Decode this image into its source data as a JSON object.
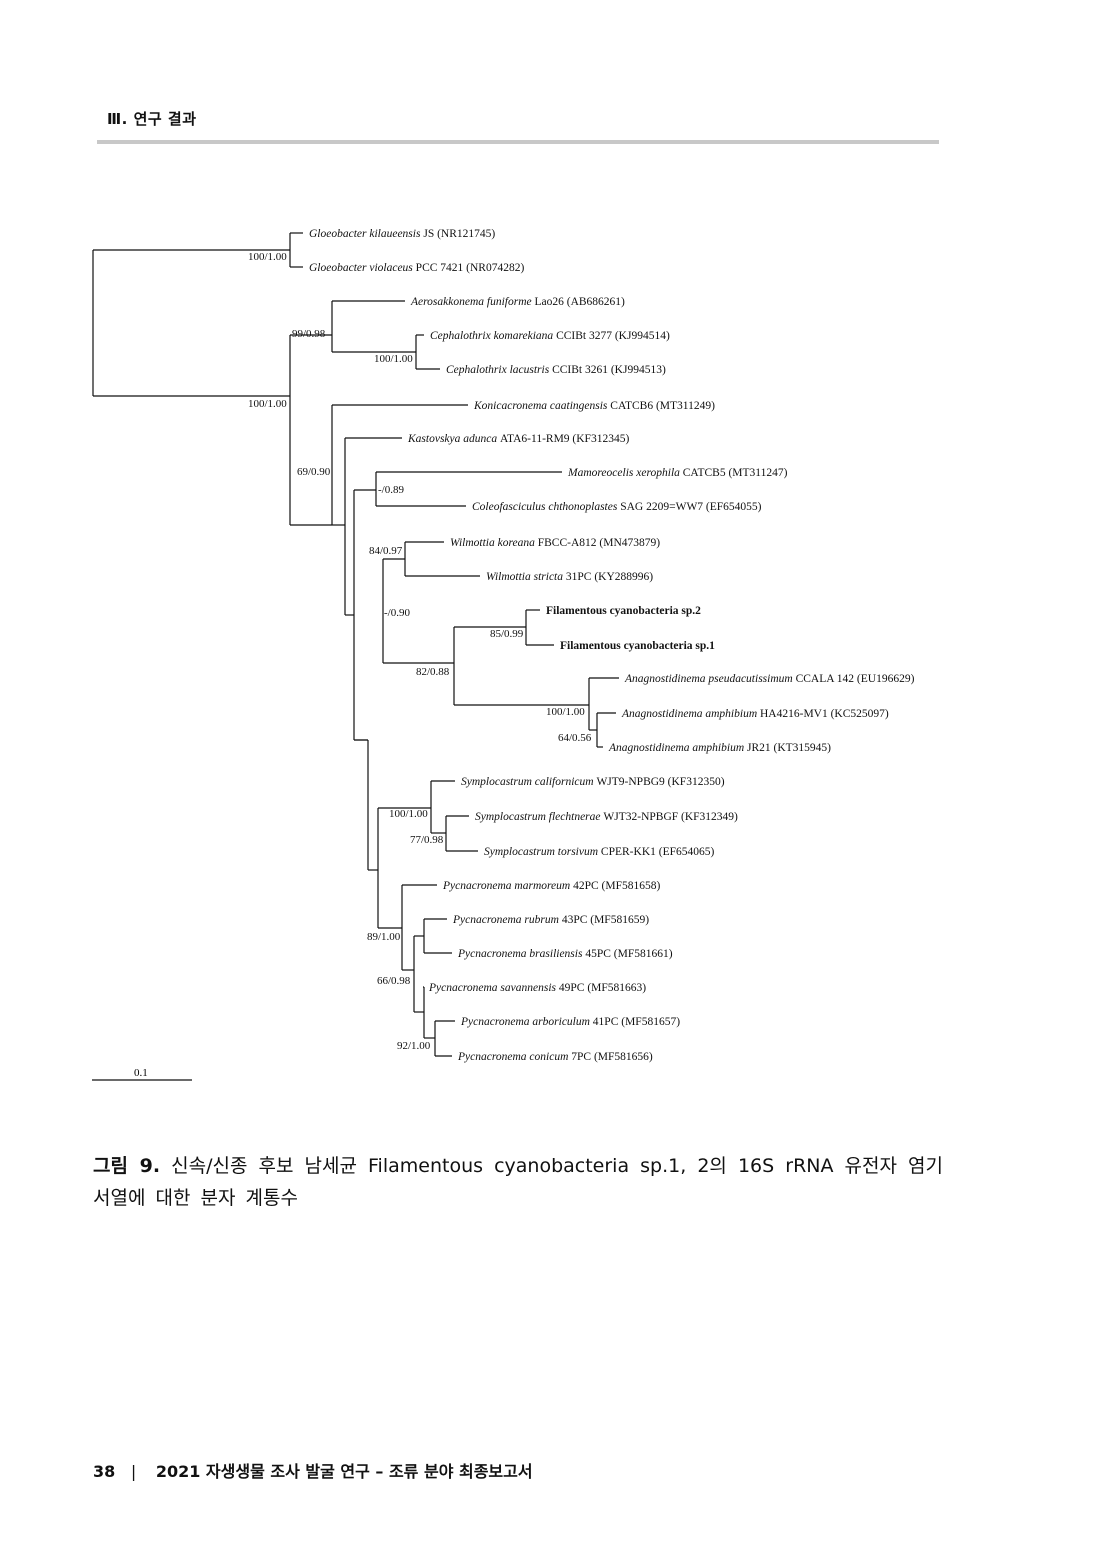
{
  "header": {
    "section": "Ⅲ. 연구 결과"
  },
  "tree": {
    "scale_label": "0.1",
    "taxa": [
      {
        "id": "t1",
        "species": "Gloeobacter kilaueensis",
        "rest": "JS (NR121745)",
        "bold": false
      },
      {
        "id": "t2",
        "species": "Gloeobacter violaceus",
        "rest": "PCC 7421 (NR074282)",
        "bold": false
      },
      {
        "id": "t3",
        "species": "Aerosakkonema funiforme",
        "rest": "Lao26 (AB686261)",
        "bold": false
      },
      {
        "id": "t4",
        "species": "Cephalothrix komarekiana",
        "rest": "CCIBt 3277 (KJ994514)",
        "bold": false
      },
      {
        "id": "t5",
        "species": "Cephalothrix lacustris",
        "rest": "CCIBt 3261 (KJ994513)",
        "bold": false
      },
      {
        "id": "t6",
        "species": "Konicacronema caatingensis",
        "rest": "CATCB6 (MT311249)",
        "bold": false
      },
      {
        "id": "t7",
        "species": "Kastovskya adunca",
        "rest": "ATA6-11-RM9 (KF312345)",
        "bold": false
      },
      {
        "id": "t8",
        "species": "Mamoreocelis xerophila",
        "rest": "CATCB5 (MT311247)",
        "bold": false
      },
      {
        "id": "t9",
        "species": "Coleofasciculus chthonoplastes",
        "rest": "SAG 2209=WW7 (EF654055)",
        "bold": false
      },
      {
        "id": "t10",
        "species": "Wilmottia koreana",
        "rest": "FBCC-A812 (MN473879)",
        "bold": false
      },
      {
        "id": "t11",
        "species": "Wilmottia stricta",
        "rest": "31PC (KY288996)",
        "bold": false
      },
      {
        "id": "t12",
        "species": "",
        "rest": "Filamentous cyanobacteria sp.2",
        "bold": true
      },
      {
        "id": "t13",
        "species": "",
        "rest": "Filamentous cyanobacteria sp.1",
        "bold": true
      },
      {
        "id": "t14",
        "species": "Anagnostidinema pseudacutissimum",
        "rest": "CCALA 142 (EU196629)",
        "bold": false
      },
      {
        "id": "t15",
        "species": "Anagnostidinema amphibium",
        "rest": "HA4216-MV1 (KC525097)",
        "bold": false
      },
      {
        "id": "t16",
        "species": "Anagnostidinema amphibium",
        "rest": "JR21 (KT315945)",
        "bold": false
      },
      {
        "id": "t17",
        "species": "Symplocastrum californicum",
        "rest": "WJT9-NPBG9 (KF312350)",
        "bold": false
      },
      {
        "id": "t18",
        "species": "Symplocastrum flechtnerae",
        "rest": "WJT32-NPBGF (KF312349)",
        "bold": false
      },
      {
        "id": "t19",
        "species": "Symplocastrum torsivum",
        "rest": "CPER-KK1 (EF654065)",
        "bold": false
      },
      {
        "id": "t20",
        "species": "Pycnacronema marmoreum",
        "rest": "42PC (MF581658)",
        "bold": false
      },
      {
        "id": "t21",
        "species": "Pycnacronema rubrum",
        "rest": "43PC (MF581659)",
        "bold": false
      },
      {
        "id": "t22",
        "species": "Pycnacronema brasiliensis",
        "rest": "45PC (MF581661)",
        "bold": false
      },
      {
        "id": "t23",
        "species": "Pycnacronema savannensis",
        "rest": "49PC (MF581663)",
        "bold": false
      },
      {
        "id": "t24",
        "species": "Pycnacronema arboriculum",
        "rest": "41PC (MF581657)",
        "bold": false
      },
      {
        "id": "t25",
        "species": "Pycnacronema conicum",
        "rest": "7PC (MF581656)",
        "bold": false
      }
    ],
    "supports": [
      {
        "node": "gloeo",
        "label": "100/1.00"
      },
      {
        "node": "ceph_aero",
        "label": "99/0.98"
      },
      {
        "node": "ceph",
        "label": "100/1.00"
      },
      {
        "node": "ingroup",
        "label": "100/1.00"
      },
      {
        "node": "kast_group",
        "label": "69/0.90"
      },
      {
        "node": "mam_col",
        "label": "-/0.89"
      },
      {
        "node": "wilm",
        "label": "84/0.97"
      },
      {
        "node": "wilm_fil",
        "label": "-/0.90"
      },
      {
        "node": "fil",
        "label": "85/0.99"
      },
      {
        "node": "fil_anag",
        "label": "82/0.88"
      },
      {
        "node": "anag",
        "label": "100/1.00"
      },
      {
        "node": "anag_amph",
        "label": "64/0.56"
      },
      {
        "node": "symp",
        "label": "100/1.00"
      },
      {
        "node": "symp2",
        "label": "77/0.98"
      },
      {
        "node": "symp_pyc",
        "label": "89/1.00"
      },
      {
        "node": "pyc_b",
        "label": "66/0.98"
      },
      {
        "node": "pyc_conic",
        "label": "92/1.00"
      }
    ]
  },
  "caption": {
    "lead": "그림 9.",
    "text": " 신속/신종 후보 남세균 Filamentous cyanobacteria sp.1, 2의 16S rRNA 유전자 염기서열에 대한 분자 계통수"
  },
  "footer": {
    "page_number": "38",
    "separator": "|",
    "title": "2021 자생생물 조사 발굴 연구 – 조류 분야 최종보고서"
  }
}
